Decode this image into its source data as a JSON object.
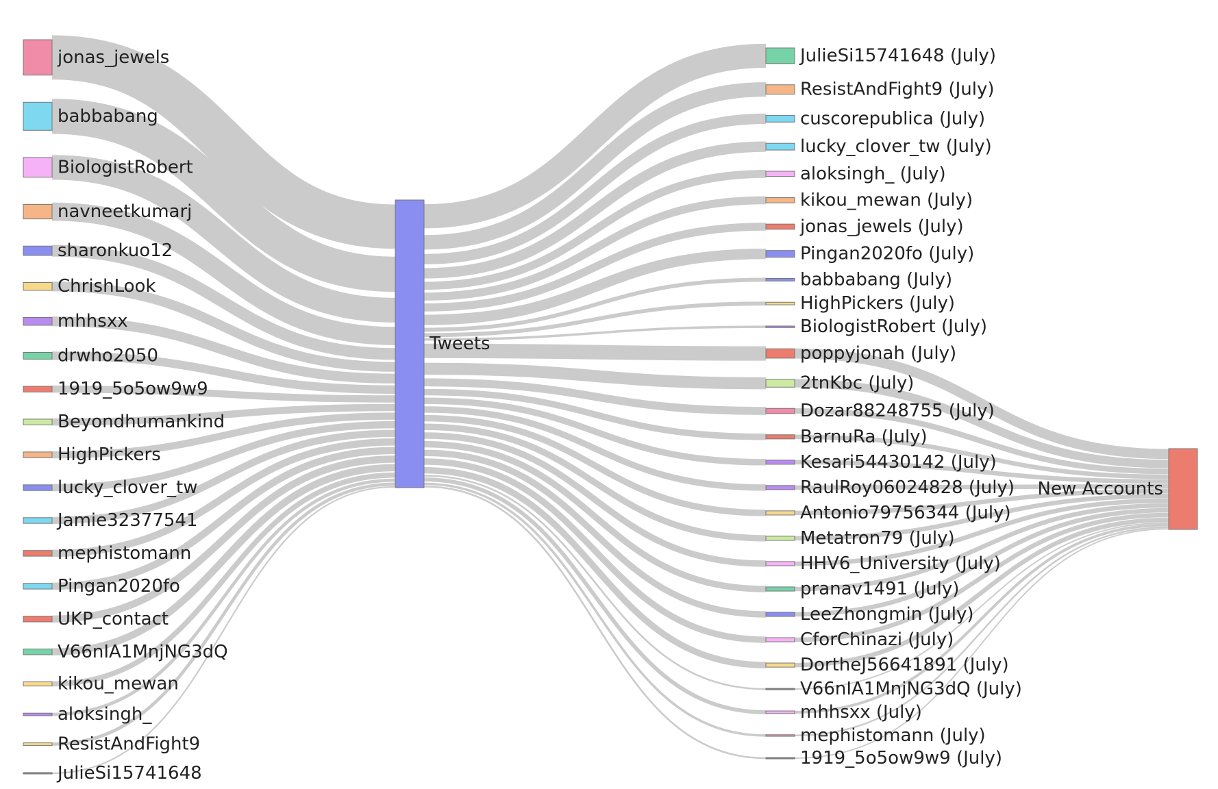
{
  "chart_data": {
    "type": "sankey",
    "link_color": "#c8c8c8",
    "left_nodes": [
      {
        "label": "jonas_jewels",
        "value": 68,
        "color": "#f08ca8"
      },
      {
        "label": "babbabang",
        "value": 54,
        "color": "#7dd8f0"
      },
      {
        "label": "BiologistRobert",
        "value": 38,
        "color": "#f6b2f6"
      },
      {
        "label": "navneetkumarj",
        "value": 28,
        "color": "#f5b587"
      },
      {
        "label": "sharonkuo12",
        "value": 18,
        "color": "#8a8ef0"
      },
      {
        "label": "ChrishLook",
        "value": 15,
        "color": "#f7d98a"
      },
      {
        "label": "mhhsxx",
        "value": 15,
        "color": "#b98af0"
      },
      {
        "label": "drwho2050",
        "value": 13,
        "color": "#76d3a8"
      },
      {
        "label": "1919_5o5ow9w9",
        "value": 11,
        "color": "#ec7d6e"
      },
      {
        "label": "Beyondhumankind",
        "value": 11,
        "color": "#cceaa0"
      },
      {
        "label": "HighPickers",
        "value": 11,
        "color": "#f5b587"
      },
      {
        "label": "lucky_clover_tw",
        "value": 11,
        "color": "#8a8ef0"
      },
      {
        "label": "Jamie32377541",
        "value": 11,
        "color": "#7dd8f0"
      },
      {
        "label": "mephistomann",
        "value": 11,
        "color": "#ec7d6e"
      },
      {
        "label": "Pingan2020fo",
        "value": 11,
        "color": "#7dd8f0"
      },
      {
        "label": "UKP_contact",
        "value": 11,
        "color": "#ec7d6e"
      },
      {
        "label": "V66nIA1MnjNG3dQ",
        "value": 11,
        "color": "#76d3a8"
      },
      {
        "label": "kikou_mewan",
        "value": 8,
        "color": "#f7d98a"
      },
      {
        "label": "aloksingh_",
        "value": 5,
        "color": "#b98af0"
      },
      {
        "label": "ResistAndFight9",
        "value": 5,
        "color": "#f7d98a"
      },
      {
        "label": "JulieSi15741648",
        "value": 2,
        "color": "#888888"
      }
    ],
    "middle_node": {
      "label": "Tweets",
      "color": "#8a8ef0"
    },
    "right_nodes": [
      {
        "label": "JulieSi15741648 (July)",
        "value": 30,
        "color": "#76d3a8"
      },
      {
        "label": "ResistAndFight9 (July)",
        "value": 18,
        "color": "#f5b587"
      },
      {
        "label": "cuscorepublica (July)",
        "value": 13,
        "color": "#7dd8f0"
      },
      {
        "label": "lucky_clover_tw (July)",
        "value": 13,
        "color": "#7dd8f0"
      },
      {
        "label": "aloksingh_ (July)",
        "value": 10,
        "color": "#f6b2f6"
      },
      {
        "label": "kikou_mewan (July)",
        "value": 10,
        "color": "#f5b587"
      },
      {
        "label": "jonas_jewels (July)",
        "value": 10,
        "color": "#ec7d6e"
      },
      {
        "label": "Pingan2020fo (July)",
        "value": 13,
        "color": "#8a8ef0"
      },
      {
        "label": "babbabang (July)",
        "value": 5,
        "color": "#8a8ef0"
      },
      {
        "label": "HighPickers (July)",
        "value": 5,
        "color": "#f7d98a"
      },
      {
        "label": "BiologistRobert (July)",
        "value": 3,
        "color": "#b98af0"
      },
      {
        "label": "poppyjonah (July)",
        "value": 18,
        "color": "#ec7d6e"
      },
      {
        "label": "2tnKbc (July)",
        "value": 15,
        "color": "#cceaa0"
      },
      {
        "label": "Dozar88248755 (July)",
        "value": 10,
        "color": "#f08ca8"
      },
      {
        "label": "BarnuRa (July)",
        "value": 8,
        "color": "#ec7d6e"
      },
      {
        "label": "Kesari54430142 (July)",
        "value": 8,
        "color": "#b98af0"
      },
      {
        "label": "RaulRoy06024828 (July)",
        "value": 8,
        "color": "#b98af0"
      },
      {
        "label": "Antonio79756344 (July)",
        "value": 8,
        "color": "#f7d98a"
      },
      {
        "label": "Metatron79 (July)",
        "value": 8,
        "color": "#cceaa0"
      },
      {
        "label": "HHV6_University (July)",
        "value": 8,
        "color": "#f6b2f6"
      },
      {
        "label": "pranav1491 (July)",
        "value": 8,
        "color": "#76d3a8"
      },
      {
        "label": "LeeZhongmin (July)",
        "value": 8,
        "color": "#8a8ef0"
      },
      {
        "label": "CforChinazi (July)",
        "value": 8,
        "color": "#f6b2f6"
      },
      {
        "label": "DortheJ56641891 (July)",
        "value": 8,
        "color": "#f7d98a"
      },
      {
        "label": "V66nIA1MnjNG3dQ (July)",
        "value": 2,
        "color": "#888888"
      },
      {
        "label": "mhhsxx (July)",
        "value": 5,
        "color": "#f6b2f6"
      },
      {
        "label": "mephistomann (July)",
        "value": 3,
        "color": "#f08ca8"
      },
      {
        "label": "1919_5o5ow9w9 (July)",
        "value": 2,
        "color": "#888888"
      }
    ],
    "sink_node": {
      "label": "New Accounts",
      "color": "#ec7d6e"
    },
    "sink_sources": [
      "poppyjonah (July)",
      "2tnKbc (July)",
      "Dozar88248755 (July)",
      "BarnuRa (July)",
      "Kesari54430142 (July)",
      "RaulRoy06024828 (July)",
      "Antonio79756344 (July)",
      "Metatron79 (July)",
      "HHV6_University (July)",
      "pranav1491 (July)",
      "LeeZhongmin (July)",
      "CforChinazi (July)",
      "DortheJ56641891 (July)",
      "V66nIA1MnjNG3dQ (July)",
      "mhhsxx (July)",
      "mephistomann (July)",
      "1919_5o5ow9w9 (July)"
    ]
  }
}
